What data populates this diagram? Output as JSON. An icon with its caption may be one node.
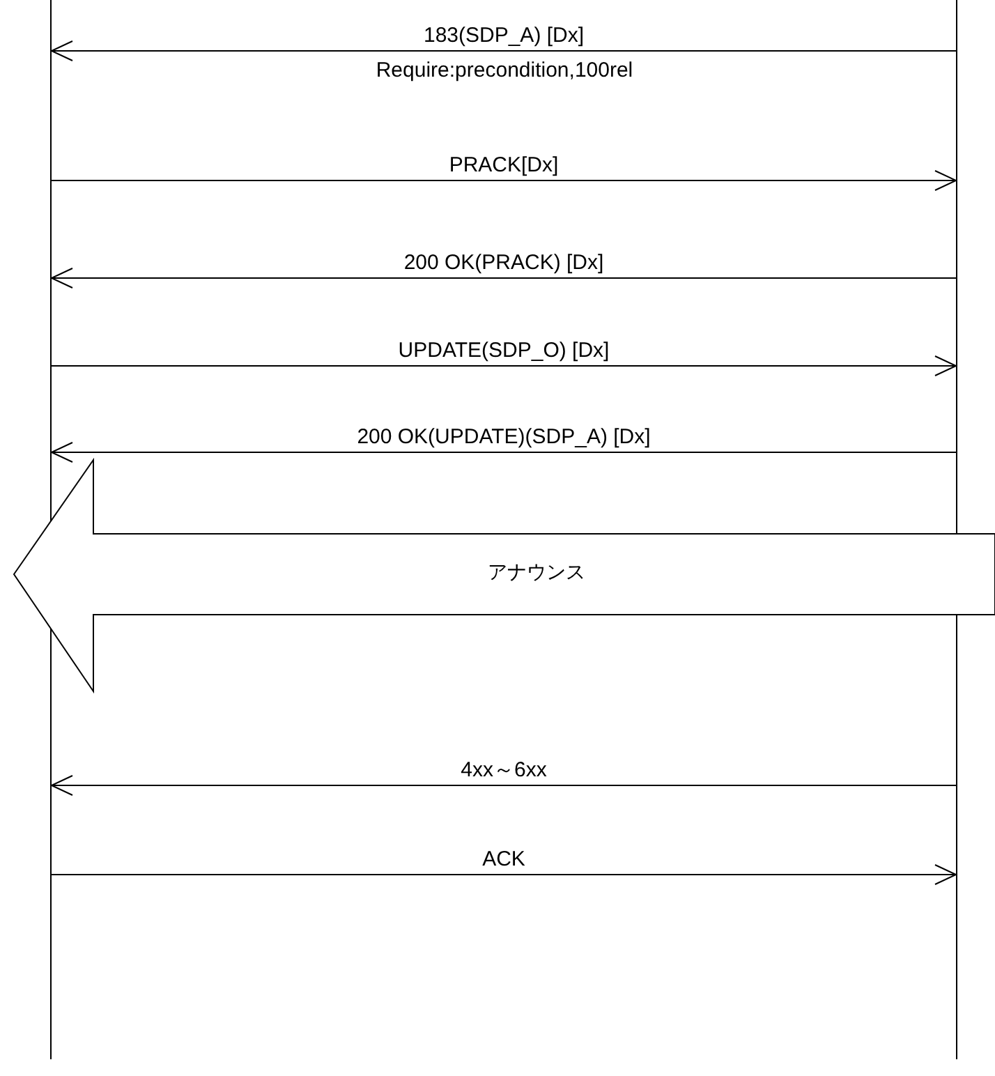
{
  "diagram": {
    "nodes": [
      {
        "text": [],
        "shape": "bar"
      },
      {
        "text": [],
        "shape": "bar"
      }
    ],
    "edges": [
      {
        "from": 1,
        "to": 0,
        "arrow": "to",
        "label": "183(SDP_A) [Dx]"
      },
      {
        "from": 0,
        "to": 1,
        "arrow": "to",
        "label": "PRACK[Dx]"
      },
      {
        "from": 1,
        "to": 0,
        "arrow": "to",
        "label": "200 OK(PRACK) [Dx]"
      },
      {
        "from": 0,
        "to": 1,
        "arrow": "to",
        "label": "UPDATE(SDP_O) [Dx]"
      },
      {
        "from": 1,
        "to": 0,
        "arrow": "to",
        "label": "200 OK(UPDATE)(SDP_A) [Dx]"
      },
      {
        "from": null,
        "to": 0,
        "arrow": "to",
        "label": "アナウンス",
        "style": "thick"
      },
      {
        "from": 1,
        "to": 0,
        "arrow": "to",
        "label": "4xx～6xx"
      },
      {
        "from": 0,
        "to": 1,
        "arrow": "to",
        "label": "ACK"
      }
    ],
    "labels": [
      "Require:precondition,100rel"
    ]
  }
}
